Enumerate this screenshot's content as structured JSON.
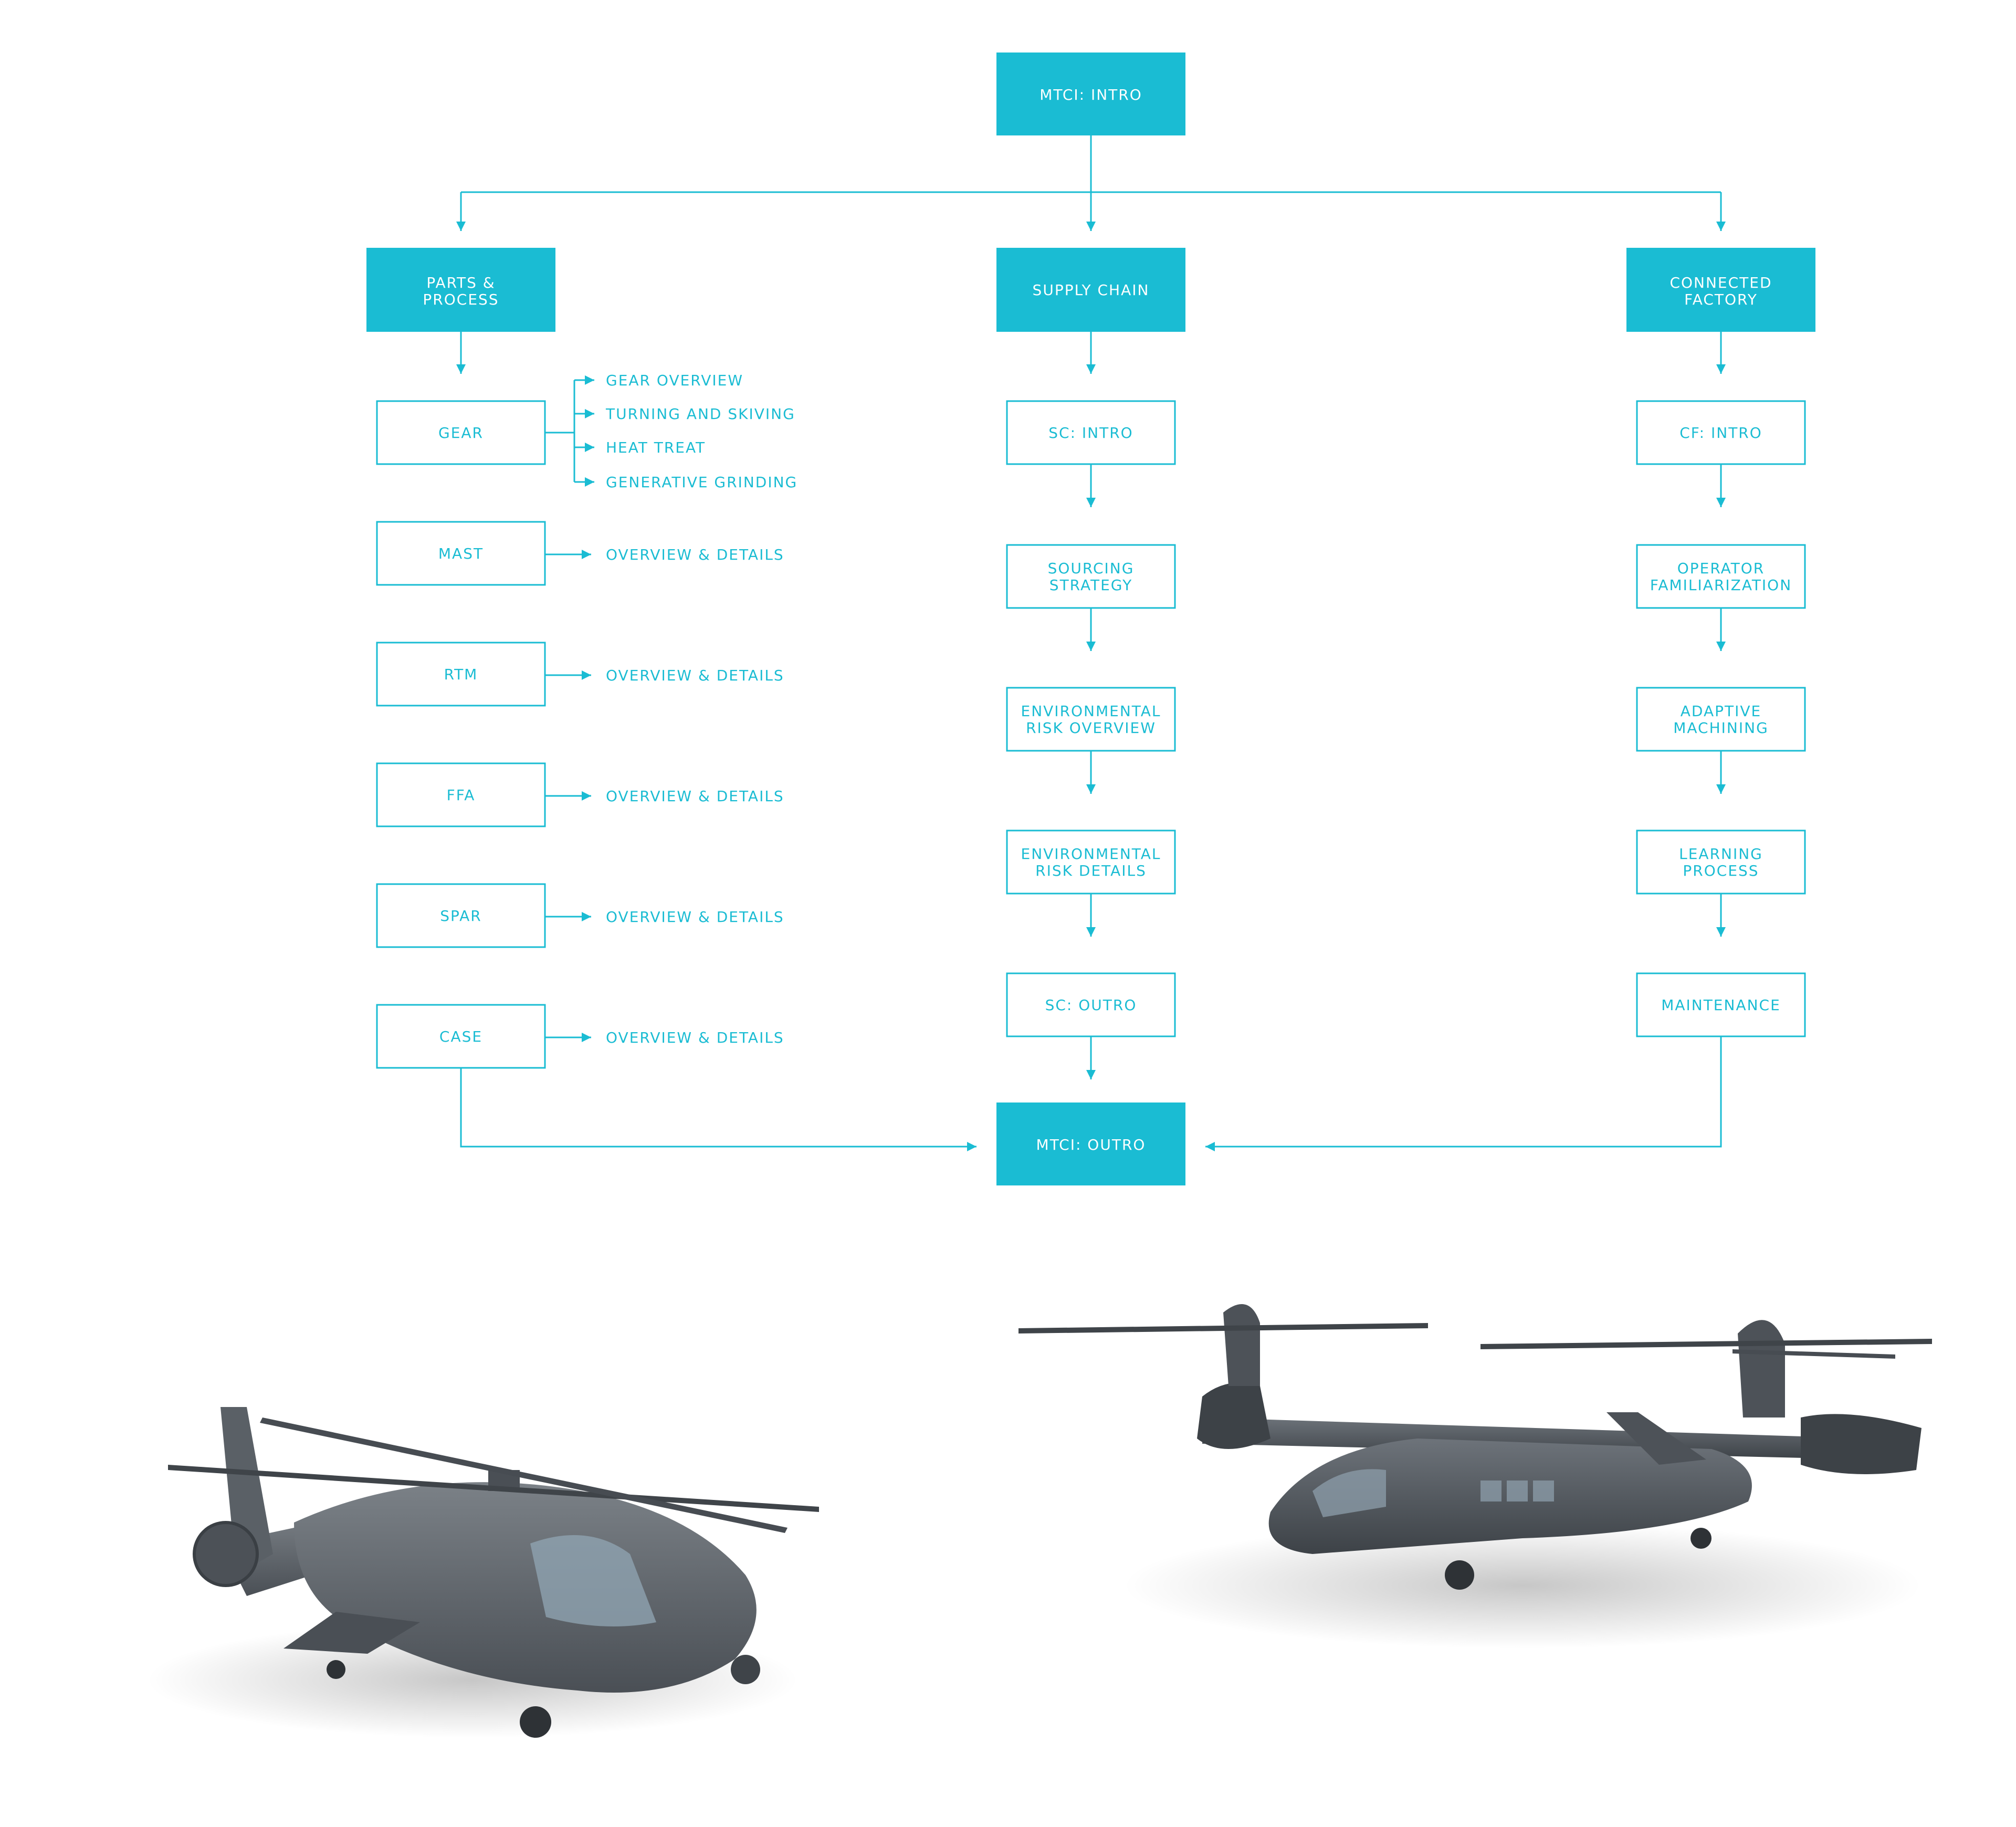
{
  "colors": {
    "accent": "#1ABCD3",
    "header_text": "#ffffff",
    "node_text": "#1ABCD3",
    "box_border": "#1ABCD3",
    "background": "#ffffff"
  },
  "flowchart": {
    "top": "MTCI: INTRO",
    "bottom": "MTCI: OUTRO",
    "columns": [
      {
        "header": [
          "PARTS &",
          "PROCESS"
        ],
        "nodes": [
          {
            "label": "GEAR",
            "details": [
              "GEAR OVERVIEW",
              "TURNING AND SKIVING",
              "HEAT TREAT",
              "GENERATIVE GRINDING"
            ]
          },
          {
            "label": "MAST",
            "details": [
              "OVERVIEW & DETAILS"
            ]
          },
          {
            "label": "RTM",
            "details": [
              "OVERVIEW & DETAILS"
            ]
          },
          {
            "label": "FFA",
            "details": [
              "OVERVIEW & DETAILS"
            ]
          },
          {
            "label": "SPAR",
            "details": [
              "OVERVIEW & DETAILS"
            ]
          },
          {
            "label": "CASE",
            "details": [
              "OVERVIEW & DETAILS"
            ]
          }
        ]
      },
      {
        "header": [
          "SUPPLY CHAIN"
        ],
        "nodes": [
          {
            "label": [
              "SC: INTRO"
            ]
          },
          {
            "label": [
              "SOURCING",
              "STRATEGY"
            ]
          },
          {
            "label": [
              "ENVIRONMENTAL",
              "RISK OVERVIEW"
            ]
          },
          {
            "label": [
              "ENVIRONMENTAL",
              "RISK DETAILS"
            ]
          },
          {
            "label": [
              "SC: OUTRO"
            ]
          }
        ]
      },
      {
        "header": [
          "CONNECTED",
          "FACTORY"
        ],
        "nodes": [
          {
            "label": [
              "CF: INTRO"
            ]
          },
          {
            "label": [
              "OPERATOR",
              "FAMILIARIZATION"
            ]
          },
          {
            "label": [
              "ADAPTIVE",
              "MACHINING"
            ]
          },
          {
            "label": [
              "LEARNING",
              "PROCESS"
            ]
          },
          {
            "label": [
              "MAINTENANCE"
            ]
          }
        ]
      }
    ]
  },
  "images": [
    {
      "name": "attack-helicopter-image",
      "paint": "#5f656b"
    },
    {
      "name": "tiltrotor-aircraft-image",
      "paint": "#50565d"
    }
  ]
}
